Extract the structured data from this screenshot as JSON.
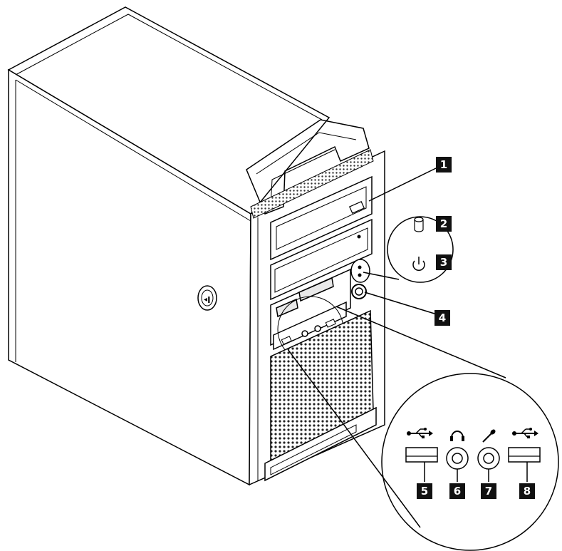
{
  "figure": {
    "title": "",
    "callouts": [
      {
        "label": "1",
        "part": "optical-drive-eject-button"
      },
      {
        "label": "2",
        "part": "hard-disk-activity-indicator"
      },
      {
        "label": "3",
        "part": "power-indicator"
      },
      {
        "label": "4",
        "part": "power-switch"
      },
      {
        "label": "5",
        "part": "usb-connector"
      },
      {
        "label": "6",
        "part": "headphone-connector"
      },
      {
        "label": "7",
        "part": "microphone-connector"
      },
      {
        "label": "8",
        "part": "usb-connector"
      }
    ],
    "icons": {
      "hdd": "hard-disk-icon",
      "power": "power-icon",
      "usb": "usb-icon",
      "headphone": "headphone-icon",
      "microphone": "microphone-icon"
    }
  }
}
